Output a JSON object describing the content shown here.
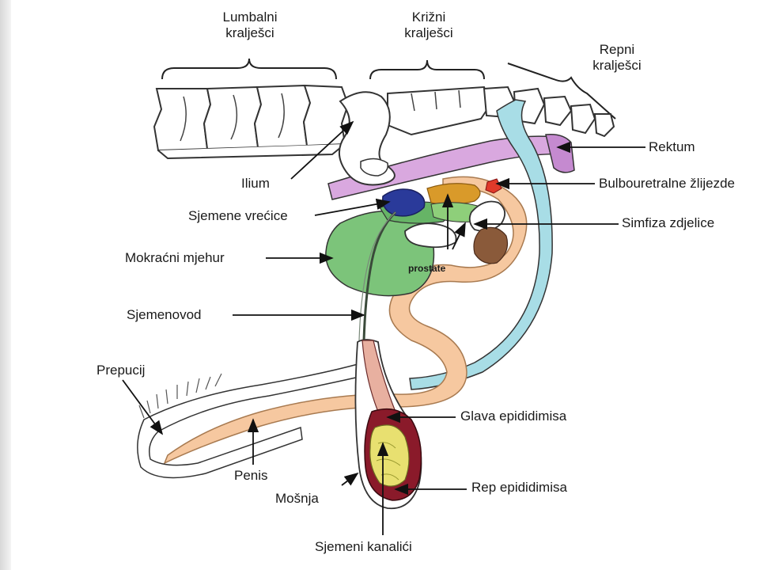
{
  "labels": {
    "lumbalni_1": "Lumbalni",
    "lumbalni_2": "kralješci",
    "krizni_1": "Križni",
    "krizni_2": "kralješci",
    "repni_1": "Repni",
    "repni_2": "kralješci",
    "rektum": "Rektum",
    "ilium": "Ilium",
    "bulbouretralne": "Bulbouretralne žlijezde",
    "sjemene_vrecice": "Sjemene vrećice",
    "simfiza": "Simfiza zdjelice",
    "mokracni": "Mokraćni mjehur",
    "prostate": "prostate",
    "sjemenovod": "Sjemenovod",
    "prepucij": "Prepucij",
    "glava": "Glava epididimisa",
    "penis": "Penis",
    "rep_epididimisa": "Rep epididimisa",
    "mosnja": "Mošnja",
    "kanalici": "Sjemeni kanalići"
  },
  "colors": {
    "bladder": "#7cc47a",
    "seminal_vesicle": "#2a3a9a",
    "prostate": "#d99a2a",
    "bulbourethral": "#e03a2a",
    "urethra_penis": "#f6c8a0",
    "rectum": "#d9a8df",
    "tail_tube": "#a8dde6",
    "testis": "#e8e070",
    "epididymis": "#8a1a2a",
    "bone": "#ffffff"
  }
}
